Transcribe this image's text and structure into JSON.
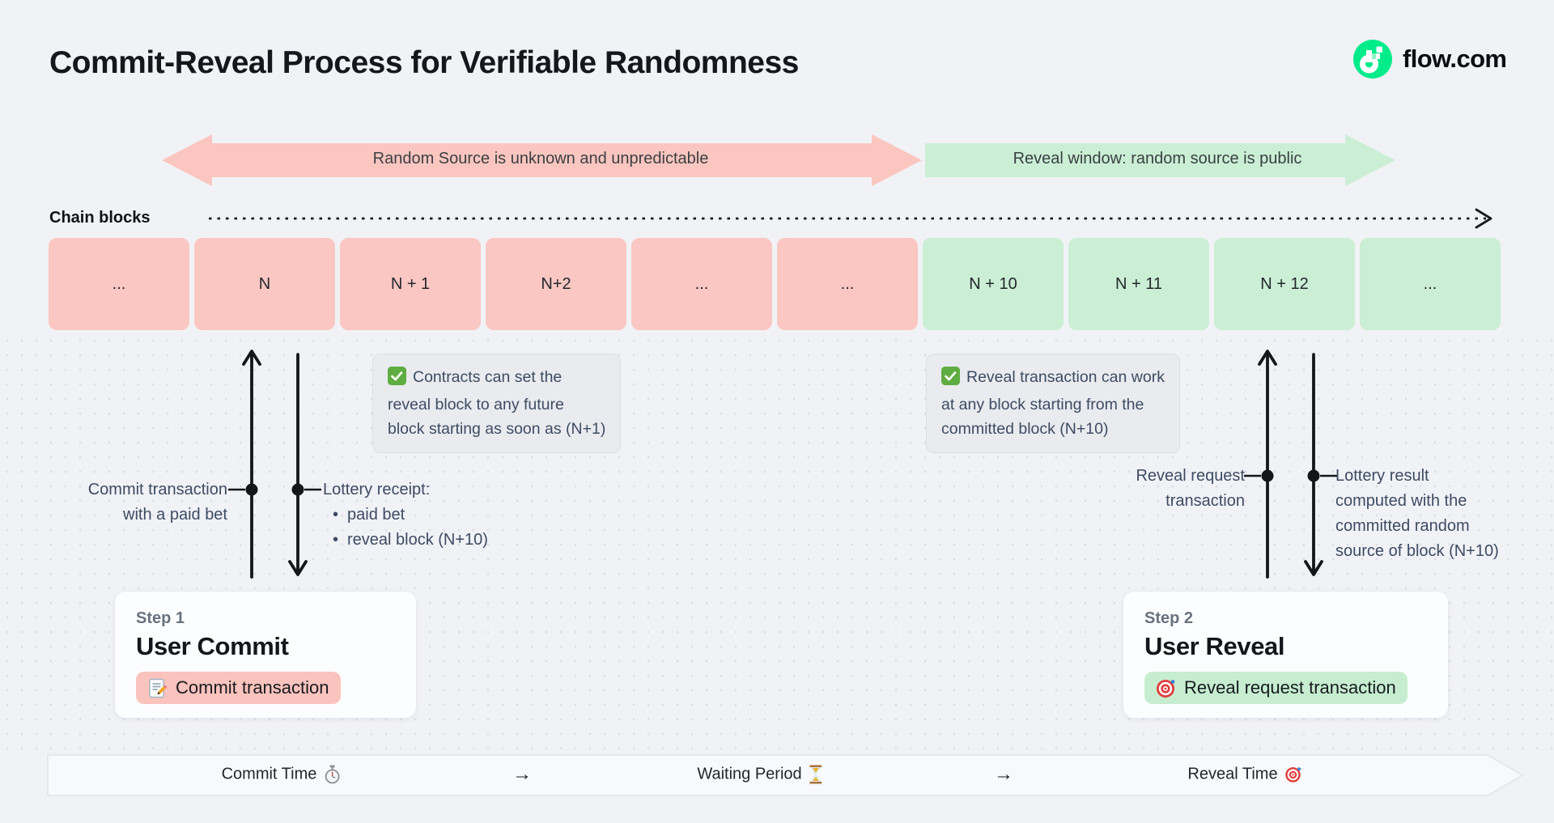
{
  "header": {
    "title": "Commit-Reveal Process for Verifiable Randomness",
    "brand": "flow.com"
  },
  "banners": {
    "commit": {
      "label": "Random Source is unknown and unpredictable",
      "color": "#fbc6bf"
    },
    "reveal": {
      "label": "Reveal window: random source is public",
      "color": "#cbefd4"
    }
  },
  "chain": {
    "label": "Chain blocks",
    "blocks": [
      {
        "label": "...",
        "phase": "commit"
      },
      {
        "label": "N",
        "phase": "commit"
      },
      {
        "label": "N + 1",
        "phase": "commit"
      },
      {
        "label": "N+2",
        "phase": "commit"
      },
      {
        "label": "...",
        "phase": "commit"
      },
      {
        "label": "...",
        "phase": "commit"
      },
      {
        "label": "N + 10",
        "phase": "reveal"
      },
      {
        "label": "N + 11",
        "phase": "reveal"
      },
      {
        "label": "N + 12",
        "phase": "reveal"
      },
      {
        "label": "...",
        "phase": "reveal"
      }
    ]
  },
  "notes": {
    "commit": {
      "icon": "check",
      "lines": [
        "Contracts can set the",
        "reveal block to any future",
        "block starting as soon as (N+1)"
      ]
    },
    "reveal": {
      "icon": "check",
      "lines": [
        "Reveal transaction can work",
        "at any block starting from the",
        "committed block (N+10)"
      ]
    }
  },
  "annotations": {
    "commit_tx": {
      "line1": "Commit transaction",
      "line2": "with a paid bet"
    },
    "lottery_receipt": {
      "title": "Lottery receipt:",
      "bullets": [
        "paid bet",
        "reveal block (N+10)"
      ]
    },
    "reveal_tx": {
      "line1": "Reveal request",
      "line2": "transaction"
    },
    "lottery_result": {
      "lines": [
        "Lottery result",
        "computed with the",
        "committed random",
        "source of block (N+10)"
      ]
    }
  },
  "steps": {
    "commit": {
      "eyebrow": "Step 1",
      "title": "User Commit",
      "badge": "Commit transaction",
      "badge_icon": "memo-pencil"
    },
    "reveal": {
      "eyebrow": "Step 2",
      "title": "User Reveal",
      "badge": "Reveal request transaction",
      "badge_icon": "dart-target"
    }
  },
  "timeline": {
    "items": [
      {
        "label": "Commit Time",
        "icon": "stopwatch"
      },
      {
        "label": "→"
      },
      {
        "label": "Waiting Period",
        "icon": "hourglass"
      },
      {
        "label": "→"
      },
      {
        "label": "Reveal Time",
        "icon": "dart-target"
      }
    ]
  },
  "colors": {
    "brand_green": "#00ec8b",
    "commit_pink": "#fbc7c2",
    "reveal_green": "#cbefd4"
  }
}
